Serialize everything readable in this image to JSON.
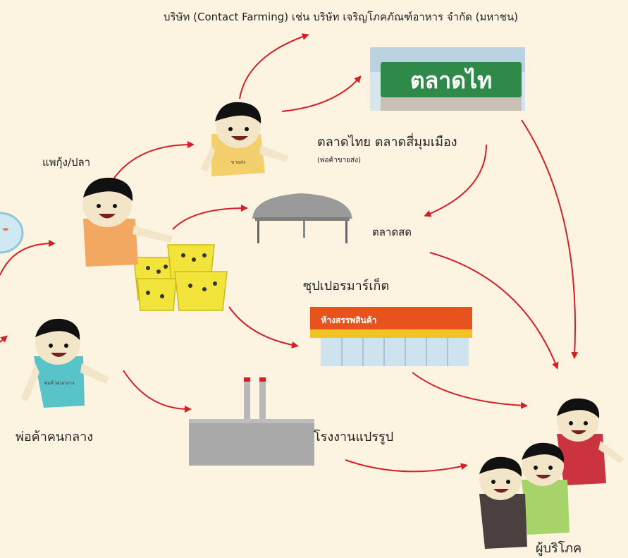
{
  "labels": {
    "company": "บริษัท (Contact Farming) เช่น บริษัท เจริญโภคภัณฑ์อาหาร จำกัด (มหาชน)",
    "thai_market": "ตลาดไทย ตลาดสี่มุมเมือง",
    "wholesale_note": "(พ่อค้าขายส่ง)",
    "shrimp_raft": "แพกุ้ง/ปลา",
    "fresh_market": "ตลาดสด",
    "supermarket": "ซุปเปอรมาร์เก็ต",
    "middleman": "พ่อค้าคนกลาง",
    "factory": "โรงงานแปรรูป",
    "consumer": "ผู้บริโภค"
  },
  "picture_text": {
    "market_sign": "ตลาดไท",
    "store_sign": "ห้างสรรพสินค้า",
    "shirt_wholesaler": "ขายส่ง",
    "shirt_middleman": "พ่อค้าคนกลาง"
  },
  "colors": {
    "background": "#fdf3e1",
    "arrow": "#d32027",
    "basket": "#f2e43a",
    "factory": "#a9a9a9",
    "sign_green": "#2f8a4a"
  }
}
